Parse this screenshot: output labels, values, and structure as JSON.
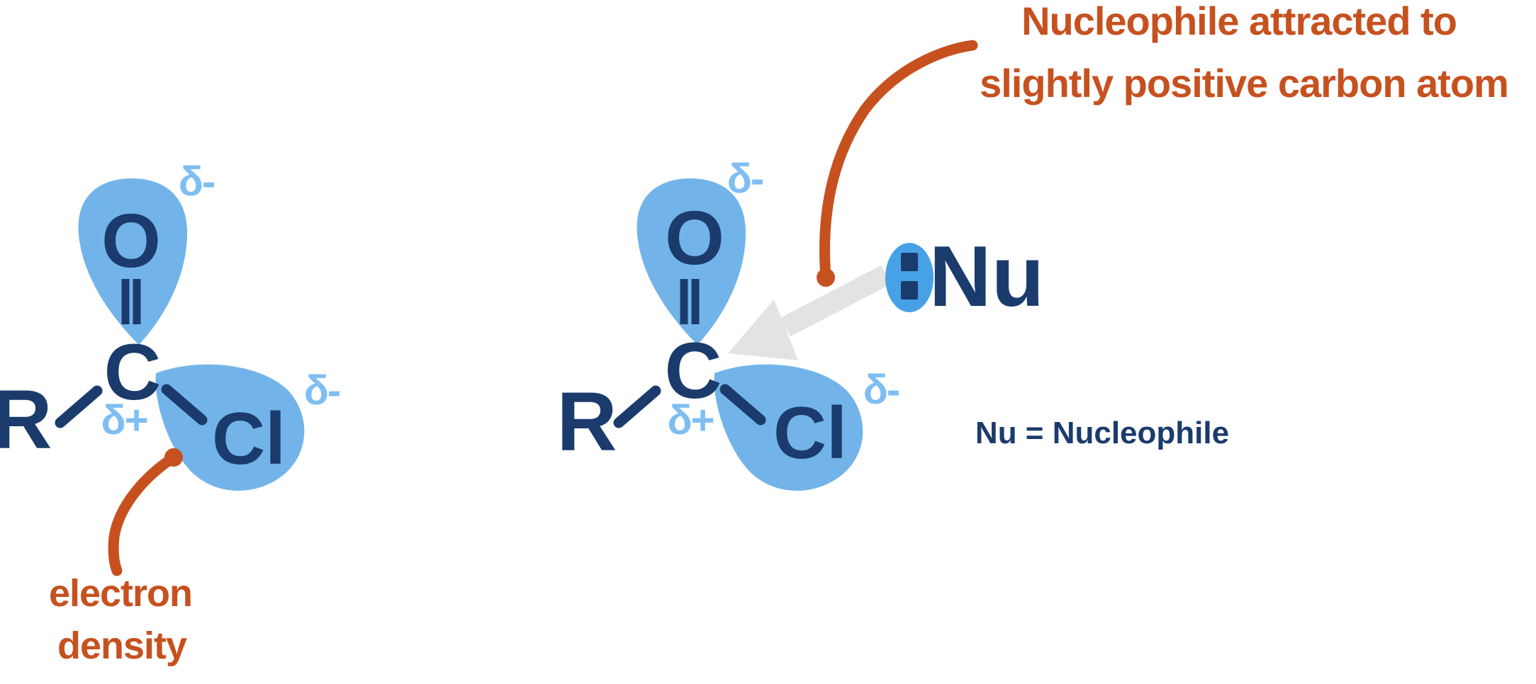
{
  "colors": {
    "navy": "#1B3B6C",
    "blob": "#72B4E9",
    "lightblue": "#7EBEF2",
    "nublue": "#47A1E7",
    "gray": "#E3E3E3",
    "orange": "#C6511F"
  },
  "left": {
    "r": "R",
    "c": "C",
    "o": "O",
    "cl": "Cl",
    "delta_minus_o": "δ-",
    "delta_plus_c": "δ+",
    "delta_minus_cl": "δ-",
    "callout": {
      "line1": "electron",
      "line2": "density"
    }
  },
  "right": {
    "r": "R",
    "c": "C",
    "o": "O",
    "cl": "Cl",
    "delta_minus_o": "δ-",
    "delta_plus_c": "δ+",
    "delta_minus_cl": "δ-",
    "nu": "Nu",
    "callout": {
      "line1": "Nucleophile attracted to",
      "line2": "slightly positive carbon atom"
    },
    "legend": "Nu = Nucleophile"
  }
}
